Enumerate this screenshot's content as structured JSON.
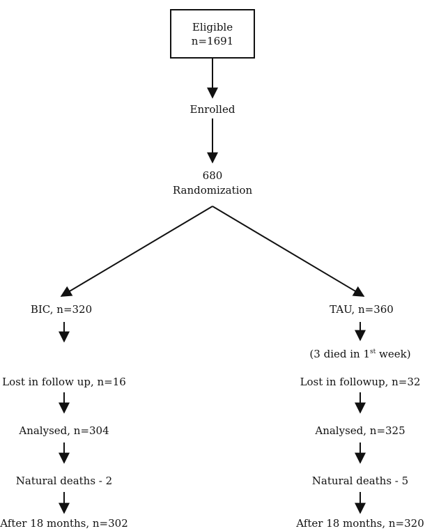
{
  "flowchart": {
    "eligible": {
      "line1": "Eligible",
      "line2": "n=1691"
    },
    "enrolled": "Enrolled",
    "randomization": {
      "count": "680",
      "label": "Randomization"
    },
    "left_branch": {
      "group": "BIC, n=320",
      "lost": "Lost in follow up, n=16",
      "analysed": "Analysed, n=304",
      "deaths": "Natural deaths - 2",
      "final": "After 18 months, n=302"
    },
    "right_branch": {
      "group": "TAU, n=360",
      "died_prefix": "(3 died in 1",
      "died_sup": "st",
      "died_suffix": " week)",
      "lost": "Lost in followup, n=32",
      "analysed": "Analysed, n=325",
      "deaths": "Natural deaths - 5",
      "final": "After 18 months, n=320"
    }
  }
}
